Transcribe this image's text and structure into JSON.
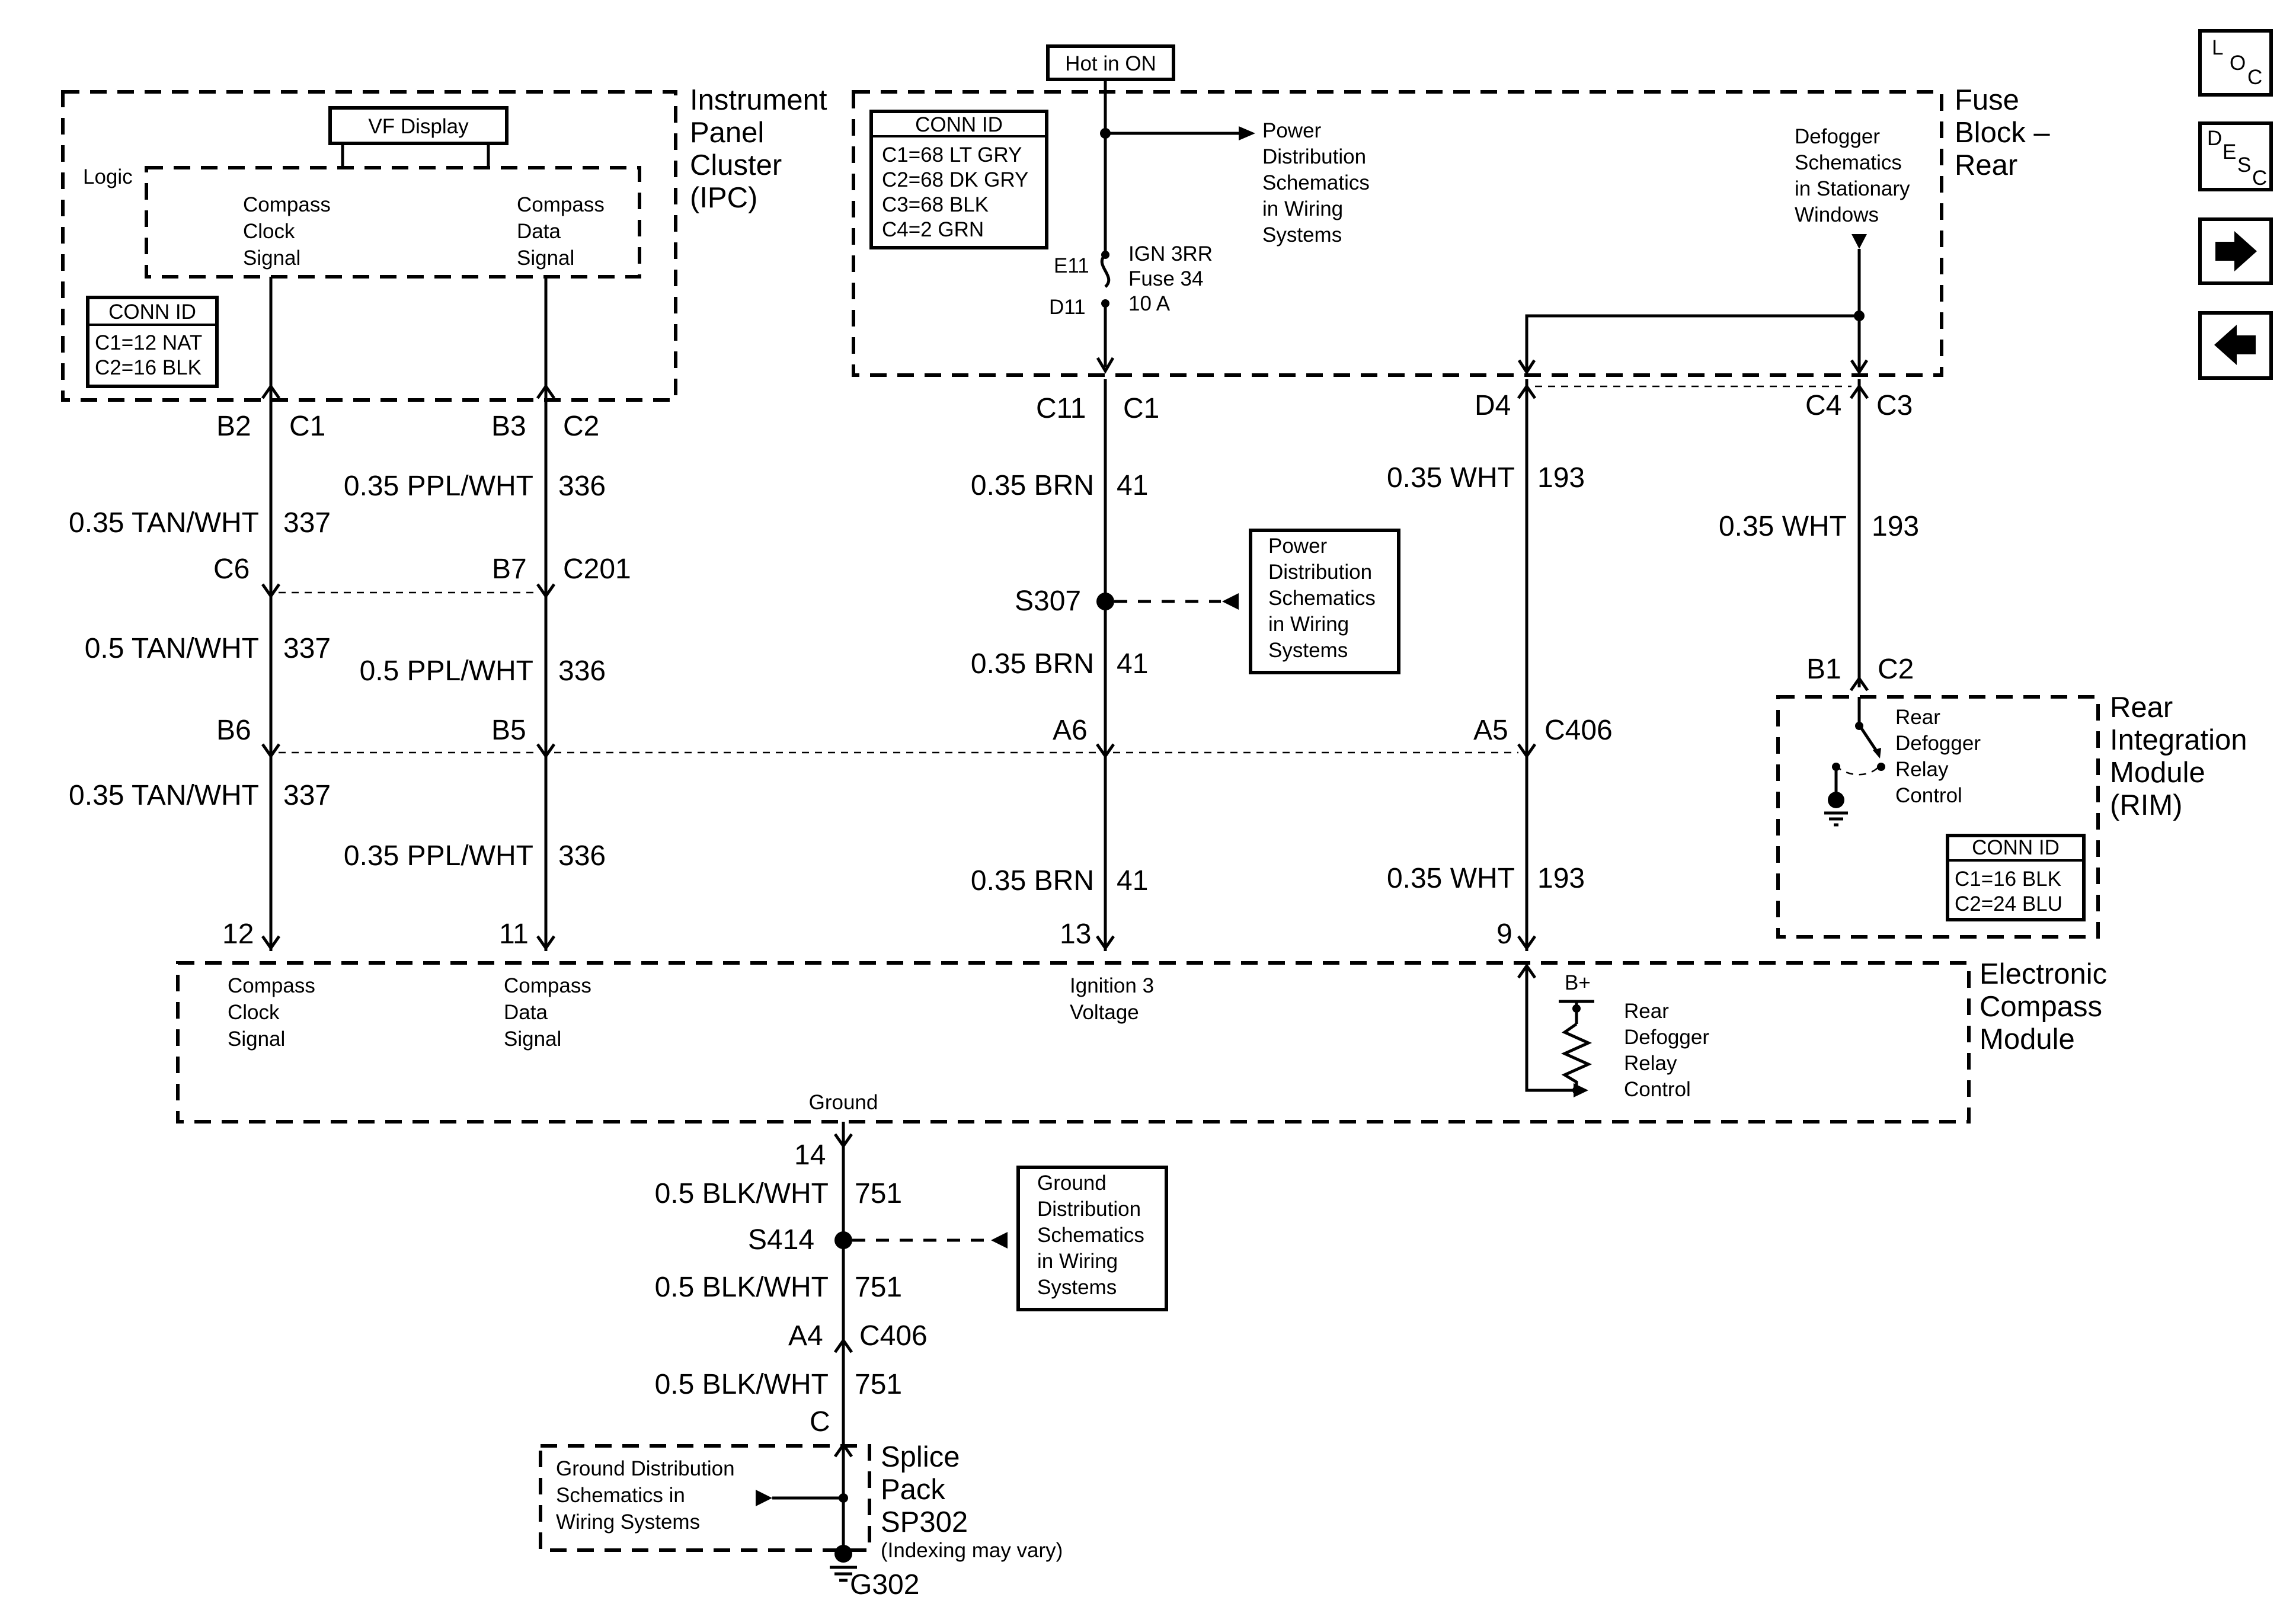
{
  "nav": {
    "loc": {
      "big": "L",
      "small1": "O",
      "small2": "C"
    },
    "desc": {
      "big": "D",
      "small1": "E",
      "small2": "S",
      "small3": "C"
    }
  },
  "ipc": {
    "name": [
      "Instrument",
      "Panel",
      "Cluster",
      "(IPC)"
    ],
    "vf_display": "VF Display",
    "logic": "Logic",
    "clock_signal": [
      "Compass",
      "Clock",
      "Signal"
    ],
    "data_signal": [
      "Compass",
      "Data",
      "Signal"
    ],
    "conn_id_title": "CONN ID",
    "conn_id": [
      "C1=12 NAT",
      "C2=16 BLK"
    ]
  },
  "fuse_block": {
    "name": [
      "Fuse",
      "Block –",
      "Rear"
    ],
    "hot": "Hot in ON",
    "conn_id_title": "CONN ID",
    "conn_id": [
      "C1=68 LT GRY",
      "C2=68 DK GRY",
      "C3=68 BLK",
      "C4=2 GRN"
    ],
    "power_dist": [
      "Power",
      "Distribution",
      "Schematics",
      "in Wiring",
      "Systems"
    ],
    "defogger": [
      "Defogger",
      "Schematics",
      "in Stationary",
      "Windows"
    ],
    "fuse": [
      "IGN 3RR",
      "Fuse 34",
      "10 A"
    ],
    "e11": "E11",
    "d11": "D11"
  },
  "wires": {
    "b2": "B2",
    "c1_a": "C1",
    "b3": "B3",
    "c2_a": "C2",
    "w336_a": "0.35 PPL/WHT",
    "n336_a": "336",
    "w337_a": "0.35 TAN/WHT",
    "n337_a": "337",
    "c6": "C6",
    "b7": "B7",
    "c201": "C201",
    "w337_b": "0.5 TAN/WHT",
    "n337_b": "337",
    "w336_b": "0.5 PPL/WHT",
    "n336_b": "336",
    "b6": "B6",
    "b5": "B5",
    "a6": "A6",
    "a5": "A5",
    "c406_a": "C406",
    "w337_c": "0.35 TAN/WHT",
    "n337_c": "337",
    "w336_c": "0.35 PPL/WHT",
    "n336_c": "336",
    "p12": "12",
    "p11": "11",
    "p13": "13",
    "p9": "9",
    "c11": "C11",
    "c1_b": "C1",
    "w41_a": "0.35 BRN",
    "n41_a": "41",
    "s307": "S307",
    "w41_b": "0.35 BRN",
    "n41_b": "41",
    "w41_c": "0.35 BRN",
    "n41_c": "41",
    "d4": "D4",
    "c4": "C4",
    "c3": "C3",
    "w193_a": "0.35 WHT",
    "n193_a": "193",
    "w193_b": "0.35 WHT",
    "n193_b": "193",
    "w193_c": "0.35 WHT",
    "n193_c": "193",
    "b1": "B1",
    "c2_b": "C2"
  },
  "power_dist_2": [
    "Power",
    "Distribution",
    "Schematics",
    "in Wiring",
    "Systems"
  ],
  "rim": {
    "name": [
      "Rear",
      "Integration",
      "Module",
      "(RIM)"
    ],
    "relay": [
      "Rear",
      "Defogger",
      "Relay",
      "Control"
    ],
    "conn_id_title": "CONN ID",
    "conn_id": [
      "C1=16 BLK",
      "C2=24 BLU"
    ]
  },
  "ecm": {
    "name": [
      "Electronic",
      "Compass",
      "Module"
    ],
    "clock": [
      "Compass",
      "Clock",
      "Signal"
    ],
    "data": [
      "Compass",
      "Data",
      "Signal"
    ],
    "ign": [
      "Ignition 3",
      "Voltage"
    ],
    "relay": [
      "Rear",
      "Defogger",
      "Relay",
      "Control"
    ],
    "bplus": "B+",
    "ground": "Ground"
  },
  "ground": {
    "p14": "14",
    "w751_a": "0.5 BLK/WHT",
    "n751_a": "751",
    "s414": "S414",
    "w751_b": "0.5 BLK/WHT",
    "n751_b": "751",
    "a4": "A4",
    "c406": "C406",
    "w751_c": "0.5 BLK/WHT",
    "n751_c": "751",
    "c": "C",
    "gnd_dist": [
      "Ground",
      "Distribution",
      "Schematics",
      "in Wiring",
      "Systems"
    ],
    "splice_gnd": [
      "Ground Distribution",
      "Schematics in",
      "Wiring Systems"
    ],
    "splice_name": [
      "Splice",
      "Pack",
      "SP302"
    ],
    "indexing": "(Indexing may vary)",
    "g302": "G302"
  }
}
